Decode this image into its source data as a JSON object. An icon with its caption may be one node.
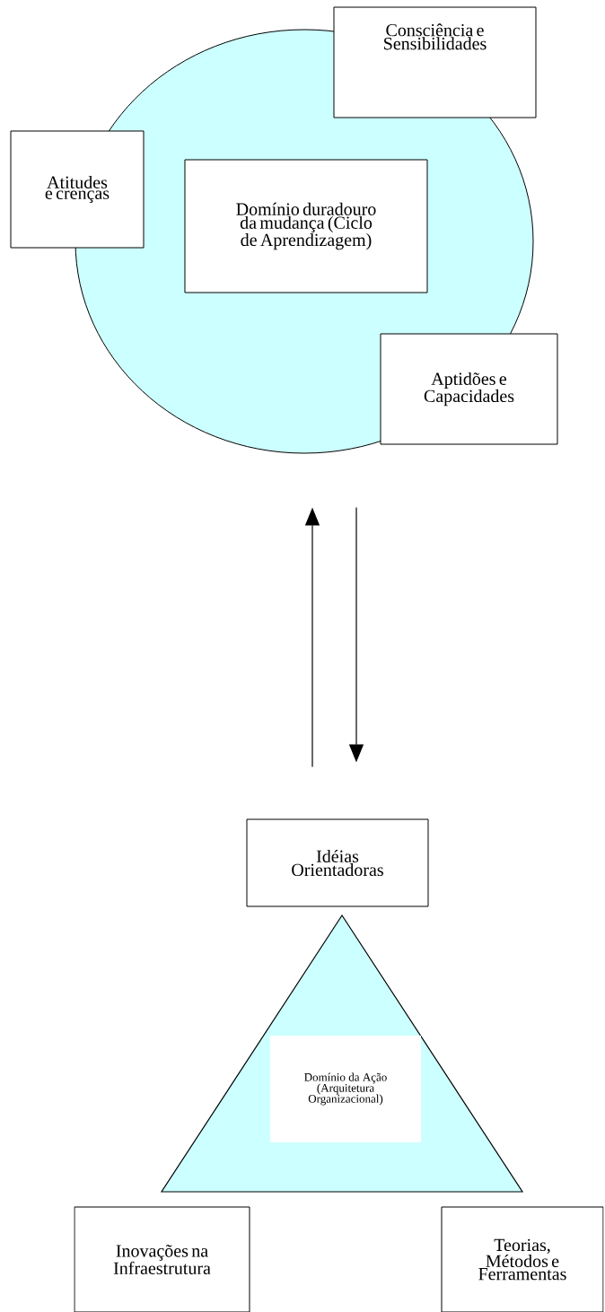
{
  "diagram": {
    "nodes": [
      {
        "text": [],
        "shape": "circle"
      },
      {
        "text": [
          "Consciência e Sensibilidades"
        ]
      },
      {
        "text": [
          "Atitudes e crenças"
        ]
      },
      {
        "text": [
          "Domínio duradouro da mudança (Ciclo de Aprendizagem)"
        ],
        "in": 0
      },
      {
        "text": [
          "Aptidões e Capacidades"
        ]
      },
      {
        "text": [
          "Idéias Orientadoras"
        ]
      },
      {
        "text": [],
        "shape": "triangle"
      },
      {
        "text": [
          "Domínio da Ação (Arquitetura Organizacional)"
        ],
        "in": 6
      },
      {
        "text": [
          "Inovações na Infraestrutura"
        ]
      },
      {
        "text": [
          "Teorias, Métodos e Ferramentas"
        ]
      }
    ],
    "edges": [
      {
        "from": 5,
        "to": 0,
        "arrow": "to"
      },
      {
        "from": 0,
        "to": 5,
        "arrow": "to"
      }
    ]
  }
}
